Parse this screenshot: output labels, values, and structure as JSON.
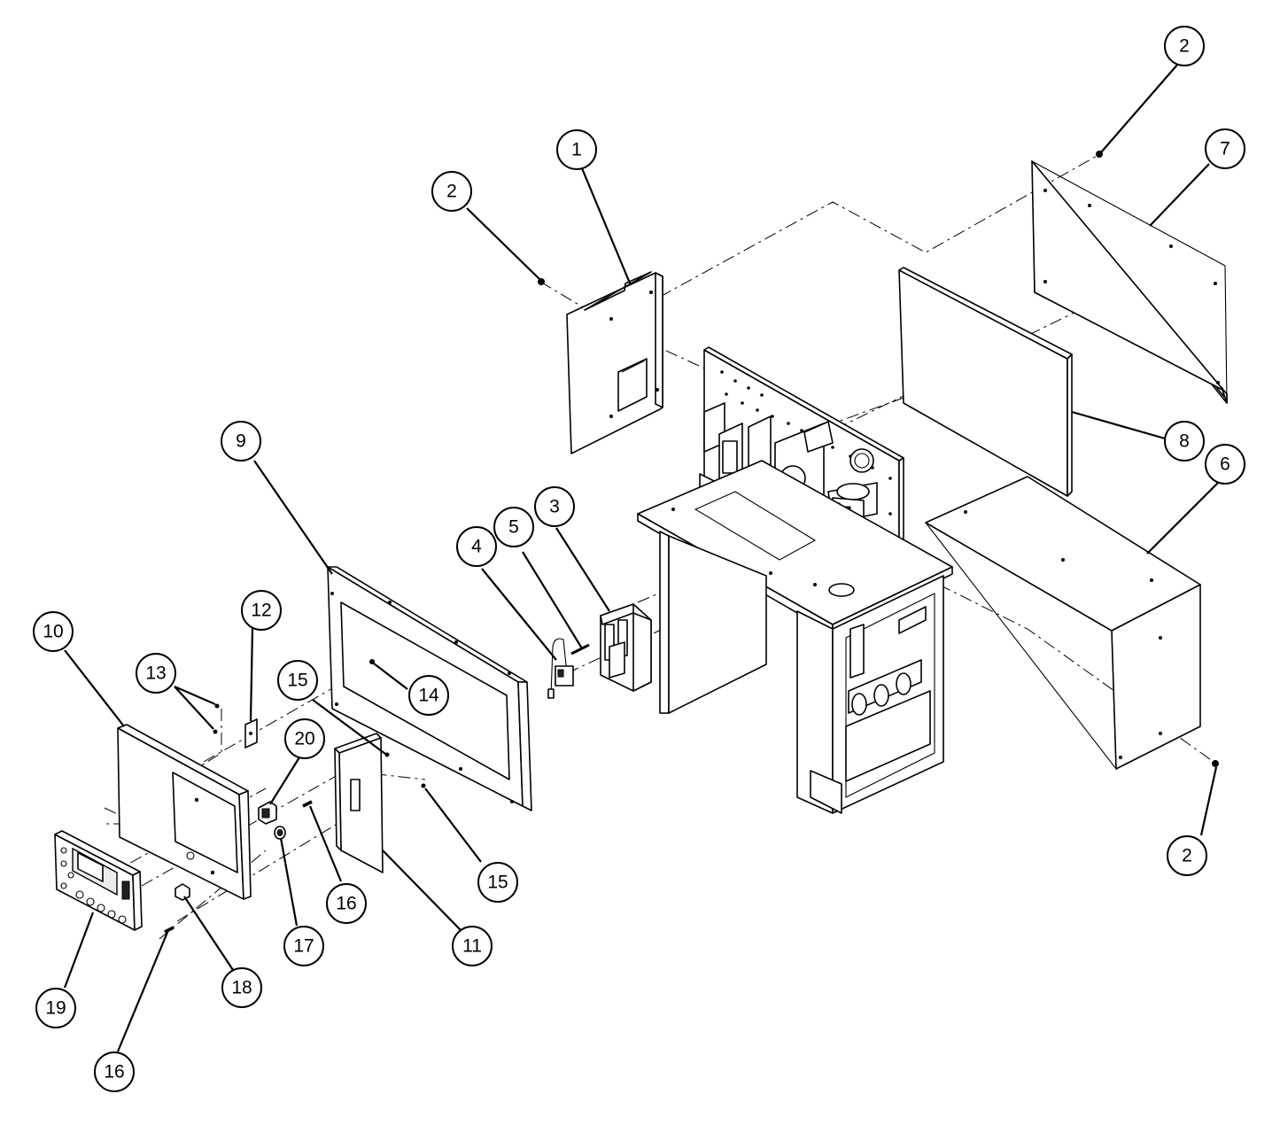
{
  "callouts": [
    {
      "id": "c-1",
      "label": "1"
    },
    {
      "id": "c-2a",
      "label": "2"
    },
    {
      "id": "c-2b",
      "label": "2"
    },
    {
      "id": "c-2c",
      "label": "2"
    },
    {
      "id": "c-3",
      "label": "3"
    },
    {
      "id": "c-4",
      "label": "4"
    },
    {
      "id": "c-5",
      "label": "5"
    },
    {
      "id": "c-6",
      "label": "6"
    },
    {
      "id": "c-7",
      "label": "7"
    },
    {
      "id": "c-8",
      "label": "8"
    },
    {
      "id": "c-9",
      "label": "9"
    },
    {
      "id": "c-10",
      "label": "10"
    },
    {
      "id": "c-11",
      "label": "11"
    },
    {
      "id": "c-12",
      "label": "12"
    },
    {
      "id": "c-13",
      "label": "13"
    },
    {
      "id": "c-14",
      "label": "14"
    },
    {
      "id": "c-15a",
      "label": "15"
    },
    {
      "id": "c-15b",
      "label": "15"
    },
    {
      "id": "c-16a",
      "label": "16"
    },
    {
      "id": "c-16b",
      "label": "16"
    },
    {
      "id": "c-17",
      "label": "17"
    },
    {
      "id": "c-18",
      "label": "18"
    },
    {
      "id": "c-19",
      "label": "19"
    },
    {
      "id": "c-20",
      "label": "20"
    }
  ]
}
